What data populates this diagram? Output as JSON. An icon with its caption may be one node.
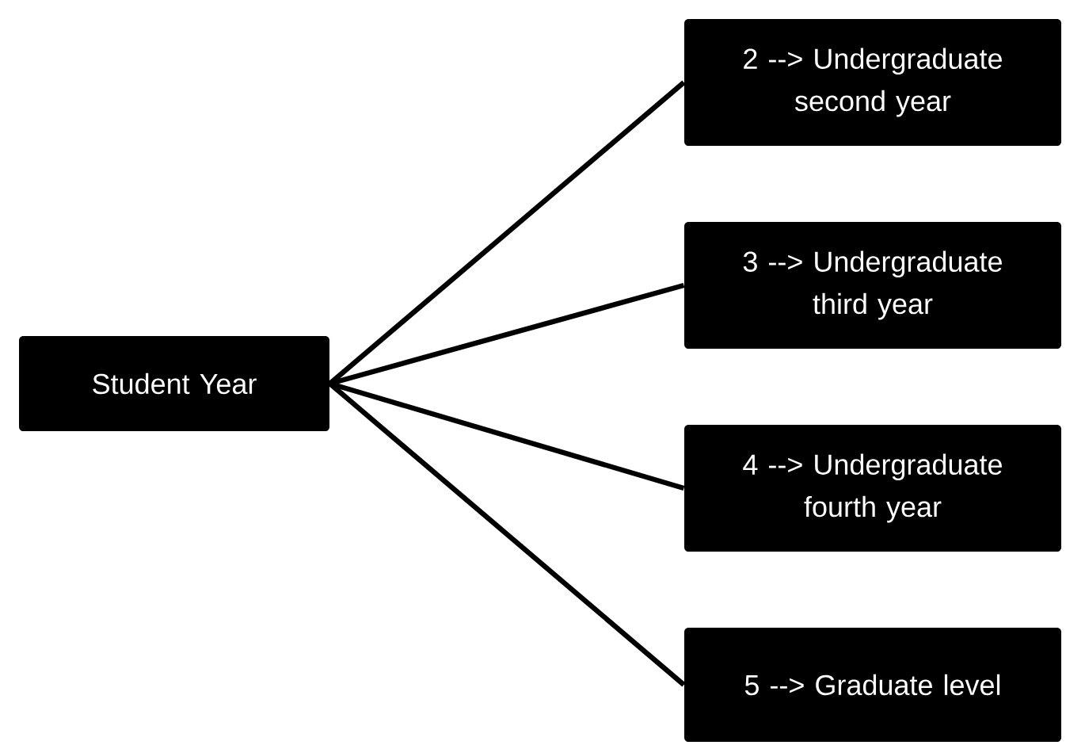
{
  "diagram": {
    "nodes": [
      {
        "text": [
          "Student Year"
        ]
      },
      {
        "text": [
          "2 --> Undergraduate second year"
        ]
      },
      {
        "text": [
          "3 --> Undergraduate third year"
        ]
      },
      {
        "text": [
          "4 --> Undergraduate fourth year"
        ]
      },
      {
        "text": [
          "5 --> Graduate level"
        ]
      }
    ],
    "edges": [
      {
        "from": 0,
        "to": 1,
        "arrow": "none"
      },
      {
        "from": 0,
        "to": 2,
        "arrow": "none"
      },
      {
        "from": 0,
        "to": 3,
        "arrow": "none"
      },
      {
        "from": 0,
        "to": 4,
        "arrow": "none"
      }
    ]
  }
}
